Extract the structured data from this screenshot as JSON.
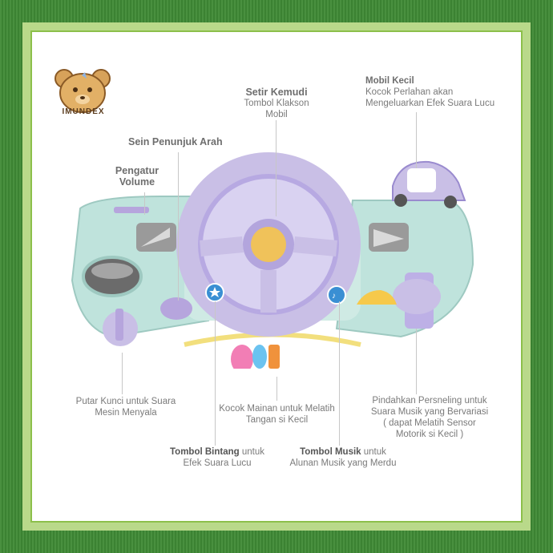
{
  "brand": {
    "name": "IMUNDEX"
  },
  "labels": {
    "steering": {
      "title": "Setir Kemudi",
      "text": "Tombol Klakson Mobil"
    },
    "car": {
      "title": "Mobil Kecil",
      "line1": "Kocok Perlahan akan",
      "line2": "Mengeluarkan Efek Suara Lucu"
    },
    "turn_signal": {
      "title": "Sein Penunjuk Arah"
    },
    "volume": {
      "line1": "Pengatur",
      "line2": "Volume"
    },
    "key": {
      "line1": "Putar Kunci untuk Suara",
      "line2": "Mesin Menyala"
    },
    "teether": {
      "line1": "Kocok Mainan untuk Melatih",
      "line2": "Tangan si Kecil"
    },
    "star": {
      "bold": "Tombol Bintang",
      "rest": " untuk",
      "line2": "Efek Suara Lucu"
    },
    "music": {
      "bold": "Tombol Musik",
      "rest": " untuk",
      "line2": "Alunan Musik yang Merdu"
    },
    "gear": {
      "line1": "Pindahkan Persneling untuk",
      "line2": "Suara Musik yang Bervariasi",
      "line3": "( dapat Melatih Sensor",
      "line4": "Motorik si Kecil )"
    }
  },
  "colors": {
    "frame": "#3f8a35",
    "toy_body": "#bfe3dc",
    "wheel": "#c9bfe6",
    "accent": "#b6a5dd"
  }
}
